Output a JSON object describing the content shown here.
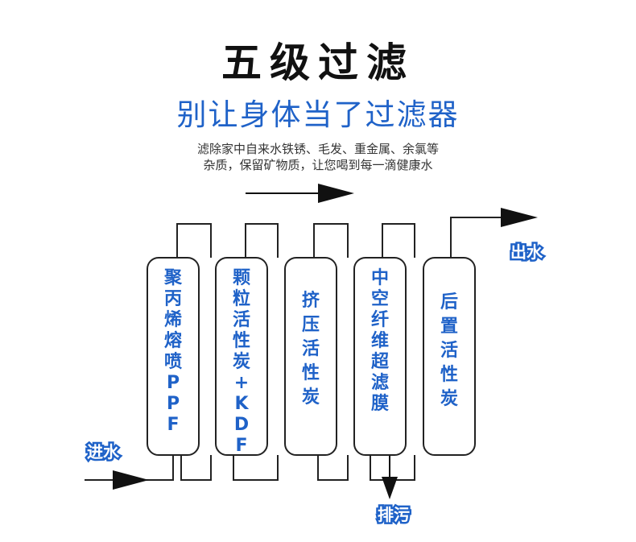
{
  "header": {
    "title": "五级过滤",
    "subtitle": "别让身体当了过滤器",
    "desc_line1": "滤除家中自来水铁锈、毛发、重金属、余氯等",
    "desc_line2": "杂质，保留矿物质，让您喝到每一滴健康水"
  },
  "stages": [
    {
      "label": "聚丙烯熔喷PPF"
    },
    {
      "label": "颗粒活性炭+KDF"
    },
    {
      "label": "挤压活性炭"
    },
    {
      "label": "中空纤维超滤膜"
    },
    {
      "label": "后置活性炭"
    }
  ],
  "labels": {
    "inlet": "进水",
    "outlet": "出水",
    "drain": "排污"
  },
  "colors": {
    "accent": "#1f62c8",
    "line": "#222222"
  }
}
